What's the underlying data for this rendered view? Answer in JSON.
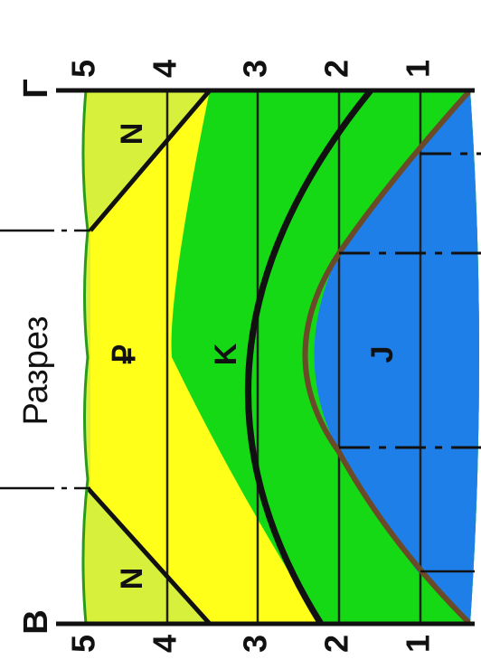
{
  "title": "Разрез",
  "ends": {
    "left": "В",
    "right": "Г"
  },
  "level_labels_top": [
    "5",
    "4",
    "3",
    "2",
    "1"
  ],
  "level_labels_bottom": [
    "5",
    "4",
    "3",
    "2",
    "1"
  ],
  "layers": [
    {
      "code": "N",
      "color": "#d6f03c",
      "label_count": 2
    },
    {
      "code": "₽",
      "color": "#ffff1a",
      "label_count": 1
    },
    {
      "code": "K",
      "color": "#16d916",
      "label_count": 1
    },
    {
      "code": "J",
      "color": "#1f7fe8",
      "label_count": 1
    }
  ],
  "colors": {
    "contact": "#111111",
    "unconformity": "#6b4a2a",
    "ground": "#2a9a1a",
    "grid": "#222222"
  }
}
